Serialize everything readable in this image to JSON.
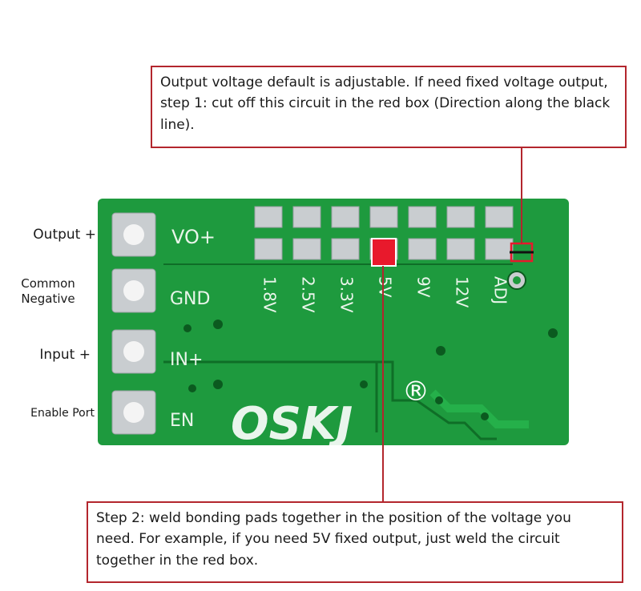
{
  "callouts": {
    "top": "Output voltage default is adjustable. If need fixed voltage output, step 1: cut off this circuit in the red box (Direction along the black line).",
    "bottom": "Step 2: weld bonding pads together in the position of the voltage you need. For example, if you need 5V fixed output, just weld the circuit together in the red box."
  },
  "pin_labels": {
    "output": "Output +",
    "common_line1": "Common",
    "common_line2": "Negative",
    "input": "Input +",
    "enable": "Enable Port"
  },
  "silkscreen": {
    "vo": "VO+",
    "gnd": "GND",
    "in": "IN+",
    "en": "EN",
    "logo": "OSKJ",
    "registered": "®",
    "voltages": [
      "1.8V",
      "2.5V",
      "3.3V",
      "5V",
      "9V",
      "12V",
      "ADJ"
    ]
  },
  "colors": {
    "board": "#1e9a3e",
    "trace": "#25b04a",
    "callout_border": "#b3262d",
    "highlight": "#e8192c",
    "pad": "#c9cdd0"
  }
}
